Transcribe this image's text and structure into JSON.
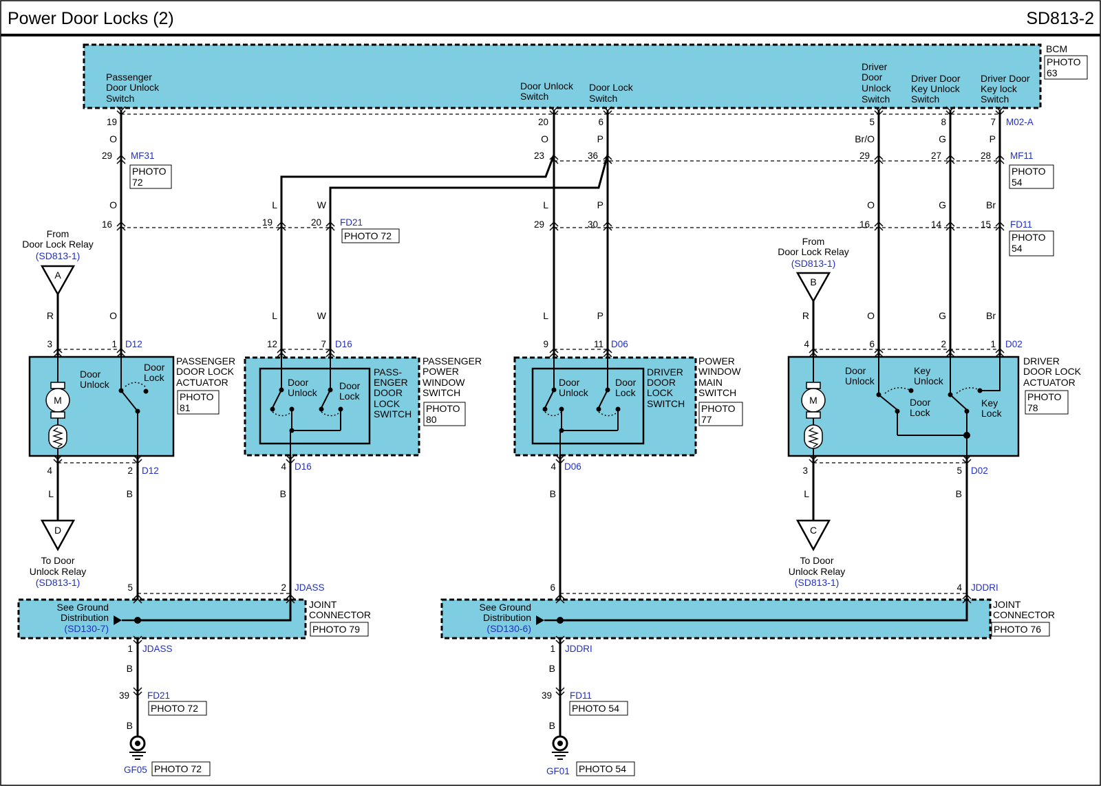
{
  "header": {
    "title": "Power Door Locks (2)",
    "code": "SD813-2"
  },
  "colors": {
    "module_fill": "#7fcde0",
    "wire": "#000000",
    "connector_text": "#1f2fc8",
    "frame": "#000000"
  },
  "bcm": {
    "name": "BCM",
    "photo": [
      "PHOTO",
      "63"
    ],
    "connector": "M02-A",
    "signals": [
      {
        "label": [
          "Passenger",
          "Door Unlock",
          "Switch"
        ],
        "pin": "19",
        "wire": "O"
      },
      {
        "label": [
          "Door Unlock",
          "Switch"
        ],
        "pin": "20",
        "wire": "O"
      },
      {
        "label": [
          "Door Lock",
          "Switch"
        ],
        "pin": "6",
        "wire": "P"
      },
      {
        "label": [
          "Driver",
          "Door",
          "Unlock",
          "Switch"
        ],
        "pin": "5",
        "wire": "Br/O"
      },
      {
        "label": [
          "Driver Door",
          "Key Unlock",
          "Switch"
        ],
        "pin": "8",
        "wire": "G"
      },
      {
        "label": [
          "Driver Door",
          "Key lock",
          "Switch"
        ],
        "pin": "7",
        "wire": "P"
      }
    ]
  },
  "connectors": {
    "mf31": {
      "name": "MF31",
      "pin": "29",
      "photo": [
        "PHOTO",
        "72"
      ]
    },
    "mf11": {
      "name": "MF11",
      "pins": [
        "23",
        "36",
        "29",
        "27",
        "28"
      ],
      "photo": [
        "PHOTO",
        "54"
      ]
    },
    "fd21": {
      "name": "FD21",
      "pins": [
        "16",
        "19",
        "20"
      ],
      "photo": "PHOTO 72"
    },
    "fd11": {
      "name": "FD11",
      "pins": [
        "29",
        "30",
        "16",
        "14",
        "15"
      ],
      "photo": [
        "PHOTO",
        "54"
      ]
    }
  },
  "wires": {
    "o": "O",
    "l": "L",
    "w": "W",
    "p": "P",
    "r": "R",
    "g": "G",
    "br": "Br",
    "b": "B"
  },
  "relays": {
    "a": {
      "letter": "A",
      "label": [
        "From",
        "Door Lock Relay"
      ],
      "ref": "(SD813-1)"
    },
    "b": {
      "letter": "B",
      "label": [
        "From",
        "Door Lock Relay"
      ],
      "ref": "(SD813-1)"
    },
    "c": {
      "letter": "C",
      "label": [
        "To Door",
        "Unlock Relay"
      ],
      "ref": "(SD813-1)"
    },
    "d": {
      "letter": "D",
      "label": [
        "To Door",
        "Unlock Relay"
      ],
      "ref": "(SD813-1)"
    }
  },
  "components": {
    "pass_actuator": {
      "name": [
        "PASSENGER",
        "DOOR LOCK",
        "ACTUATOR"
      ],
      "photo": [
        "PHOTO",
        "81"
      ],
      "connector": "D12",
      "top_pins": [
        "3",
        "1"
      ],
      "bottom_pins": [
        "4",
        "2"
      ],
      "contacts": {
        "unlock": [
          "Door",
          "Unlock"
        ],
        "lock": [
          "Door",
          "Lock"
        ]
      },
      "motor": "M"
    },
    "pass_window": {
      "name": [
        "PASSENGER",
        "POWER",
        "WINDOW",
        "SWITCH"
      ],
      "inner": [
        "PASS-",
        "ENGER",
        "DOOR",
        "LOCK",
        "SWITCH"
      ],
      "photo": [
        "PHOTO",
        "80"
      ],
      "connector": "D16",
      "top_pins": [
        "12",
        "7"
      ],
      "bottom_pin": "4",
      "contacts": {
        "unlock": [
          "Door",
          "Unlock"
        ],
        "lock": [
          "Door",
          "Lock"
        ]
      }
    },
    "main_window": {
      "name": [
        "POWER",
        "WINDOW",
        "MAIN",
        "SWITCH"
      ],
      "inner": [
        "DRIVER",
        "DOOR",
        "LOCK",
        "SWITCH"
      ],
      "photo": [
        "PHOTO",
        "77"
      ],
      "connector": "D06",
      "top_pins": [
        "9",
        "11"
      ],
      "bottom_pin": "4",
      "contacts": {
        "unlock": [
          "Door",
          "Unlock"
        ],
        "lock": [
          "Door",
          "Lock"
        ]
      }
    },
    "drv_actuator": {
      "name": [
        "DRIVER",
        "DOOR LOCK",
        "ACTUATOR"
      ],
      "photo": [
        "PHOTO",
        "78"
      ],
      "connector": "D02",
      "top_pins": [
        "4",
        "6",
        "2",
        "1"
      ],
      "bottom_pins": [
        "3",
        "5"
      ],
      "contacts": {
        "door_unlock": [
          "Door",
          "Unlock"
        ],
        "key_unlock": [
          "Key",
          "Unlock"
        ],
        "door_lock": [
          "Door",
          "Lock"
        ],
        "key_lock": [
          "Key",
          "Lock"
        ]
      },
      "motor": "M"
    }
  },
  "joints": {
    "jdass": {
      "name": [
        "JOINT",
        "CONNECTOR"
      ],
      "photo": "PHOTO 79",
      "connector": "JDASS",
      "see": [
        "See Ground",
        "Distribution"
      ],
      "ref": "(SD130-7)",
      "pins": [
        "5",
        "2",
        "1"
      ]
    },
    "jddri": {
      "name": [
        "JOINT",
        "CONNECTOR"
      ],
      "photo": "PHOTO 76",
      "connector": "JDDRI",
      "see": [
        "See Ground",
        "Distribution"
      ],
      "ref": "(SD130-6)",
      "pins": [
        "6",
        "4",
        "1"
      ]
    }
  },
  "grounds": {
    "left": {
      "connector": "FD21",
      "pin": "39",
      "photo": "PHOTO 72",
      "name": "GF05",
      "ground_photo": "PHOTO 72"
    },
    "right": {
      "connector": "FD11",
      "pin": "39",
      "photo": "PHOTO 54",
      "name": "GF01",
      "ground_photo": "PHOTO 54"
    }
  }
}
